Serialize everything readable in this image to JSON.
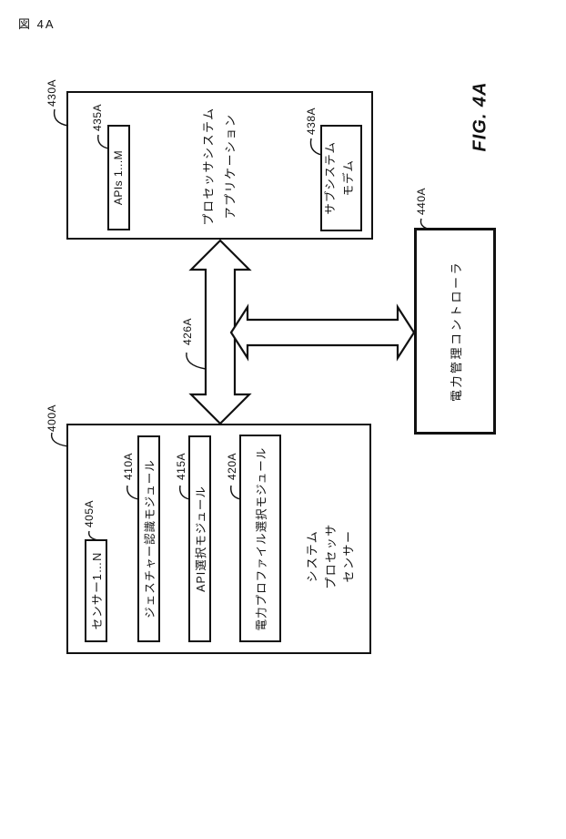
{
  "figure": {
    "caption": "図 4A",
    "fig_label": "FIG. 4A"
  },
  "top_box": {
    "ref": "430A",
    "lines": [
      "アプリケーション",
      "プロセッサシステム"
    ],
    "apis_box": {
      "ref": "435A",
      "label": "APIs 1...M"
    },
    "modem_box": {
      "ref": "438A",
      "lines": [
        "モデム",
        "サブシステム"
      ]
    }
  },
  "bottom_box": {
    "ref": "400A",
    "lines": [
      "センサー",
      "プロセッサ",
      "システム"
    ],
    "sensors_box": {
      "ref": "405A",
      "label": "センサー1…N"
    },
    "gesture_box": {
      "ref": "410A",
      "label": "ジェスチャー認識モジュール"
    },
    "api_select_box": {
      "ref": "415A",
      "label": "API選択モジュール"
    },
    "power_profile_box": {
      "ref": "420A",
      "label": "電力プロファイル選択モジュール"
    }
  },
  "pmc_box": {
    "ref": "440A",
    "label": "電力管理コントローラ"
  },
  "bus": {
    "ref": "426A"
  },
  "colors": {
    "ink": "#111111",
    "paper": "#ffffff"
  }
}
